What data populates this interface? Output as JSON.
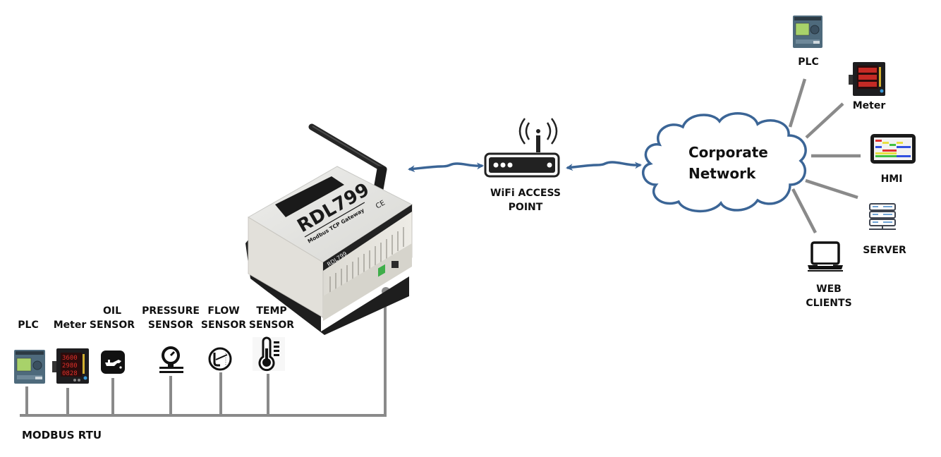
{
  "rtu_side": {
    "bus_label": "MODBUS RTU",
    "devices": [
      {
        "label": "PLC",
        "icon": "plc-icon"
      },
      {
        "label": "Meter",
        "icon": "meter-icon"
      },
      {
        "label": "OIL\nSENSOR",
        "icon": "oil-sensor-icon"
      },
      {
        "label": "PRESSURE\nSENSOR",
        "icon": "pressure-gauge-icon"
      },
      {
        "label": "FLOW\nSENSOR",
        "icon": "flow-meter-icon"
      },
      {
        "label": "TEMP\nSENSOR",
        "icon": "thermometer-icon"
      }
    ]
  },
  "gateway": {
    "model": "RDL799",
    "subtitle": "Modbus TCP Gateway",
    "side_label": "RDL799",
    "cert_mark": "CE"
  },
  "access_point": {
    "label": "WiFi ACCESS\nPOINT",
    "icon": "wifi-router-icon"
  },
  "cloud": {
    "line1": "Corporate",
    "line2": "Network"
  },
  "tcp_side": {
    "devices": [
      {
        "label": "PLC",
        "icon": "plc-icon"
      },
      {
        "label": "Meter",
        "icon": "meter-icon"
      },
      {
        "label": "HMI",
        "icon": "hmi-tablet-icon"
      },
      {
        "label": "SERVER",
        "icon": "server-icon"
      },
      {
        "label": "WEB\nCLIENTS",
        "icon": "laptop-icon"
      }
    ]
  },
  "meter_readings": [
    "3600",
    "2980",
    "0828"
  ],
  "colors": {
    "link_blue": "#3b6596",
    "bus_gray": "#8a8a8a",
    "device_body": "#e4e2dc",
    "device_dark": "#1e1e1e",
    "meter_led": "#e0302a",
    "plc_body": "#4e6a7c",
    "plc_screen": "#a8d26a"
  }
}
